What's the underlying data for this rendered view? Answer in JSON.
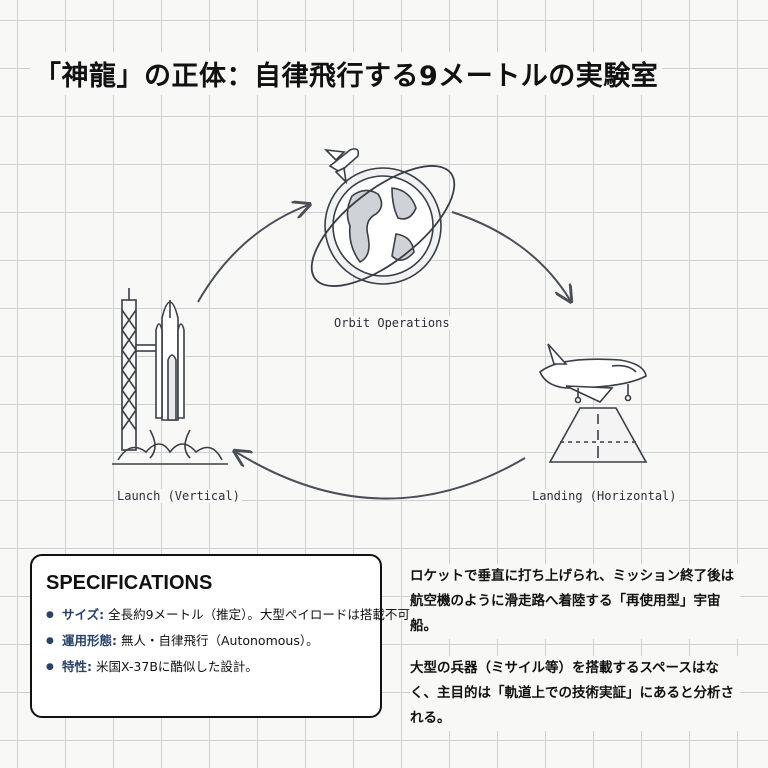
{
  "title": "「神龍」の正体：自律飛行する9メートルの実験室",
  "stages": {
    "launch": "Launch (Vertical)",
    "orbit": "Orbit Operations",
    "landing": "Landing (Horizontal)"
  },
  "specifications": {
    "heading": "SPECIFICATIONS",
    "items": [
      {
        "key": "サイズ:",
        "value": "全長約9メートル（推定）。大型ペイロードは搭載不可。"
      },
      {
        "key": "運用形態:",
        "value": "無人・自律飛行（Autonomous）。"
      },
      {
        "key": "特性:",
        "value": "米国X-37Bに酷似した設計。"
      }
    ]
  },
  "description": {
    "paragraph1": "ロケットで垂直に打ち上げられ、ミッション終了後は航空機のように滑走路へ着陸する「再使用型」宇宙船。",
    "paragraph2": "大型の兵器（ミサイル等）を搭載するスペースはなく、主目的は「軌道上での技術実証」にあると分析される。"
  },
  "colors": {
    "stroke": "#4a4f57",
    "accent": "#27436b",
    "grid": "#cfd0d2"
  }
}
